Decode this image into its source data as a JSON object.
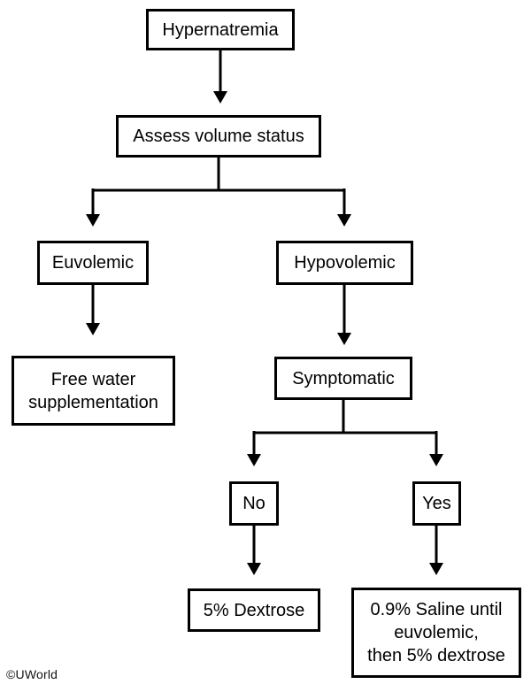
{
  "nodes": {
    "hypernatremia": {
      "label": "Hypernatremia"
    },
    "assess": {
      "label": "Assess volume status"
    },
    "euvolemic": {
      "label": "Euvolemic"
    },
    "hypovolemic": {
      "label": "Hypovolemic"
    },
    "free_water": {
      "label": "Free water\nsupplementation"
    },
    "symptomatic": {
      "label": "Symptomatic"
    },
    "no": {
      "label": "No"
    },
    "yes": {
      "label": "Yes"
    },
    "dextrose": {
      "label": "5% Dextrose"
    },
    "saline": {
      "label": "0.9% Saline until\neuvolemic,\nthen 5% dextrose"
    }
  },
  "footer": {
    "credit": "©UWorld"
  },
  "colors": {
    "line": "#000000",
    "box_border": "#000000",
    "box_bg": "#ffffff",
    "page_bg": "#ffffff",
    "text": "#000000"
  }
}
